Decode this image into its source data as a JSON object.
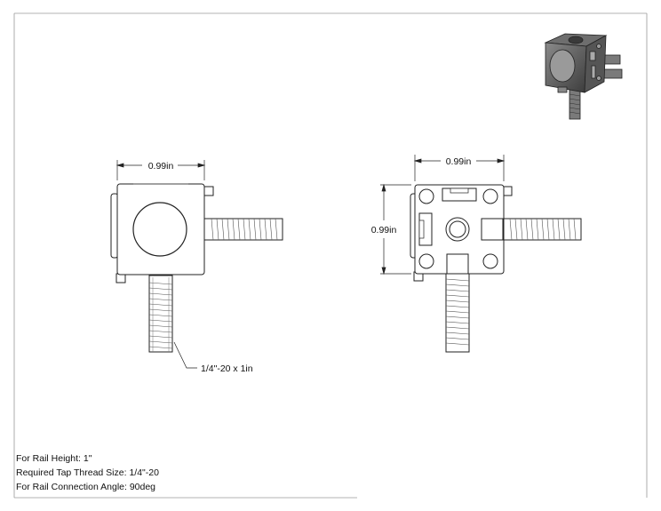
{
  "dimensions": {
    "front_width": "0.99in",
    "side_width": "0.99in",
    "side_height": "0.99in",
    "bolt_callout": "1/4\"-20 x 1in"
  },
  "notes": {
    "rail_height": "For Rail Height: 1\"",
    "tap_thread": "Required Tap Thread Size: 1/4\"-20",
    "connection_angle": "For Rail Connection Angle: 90deg"
  }
}
